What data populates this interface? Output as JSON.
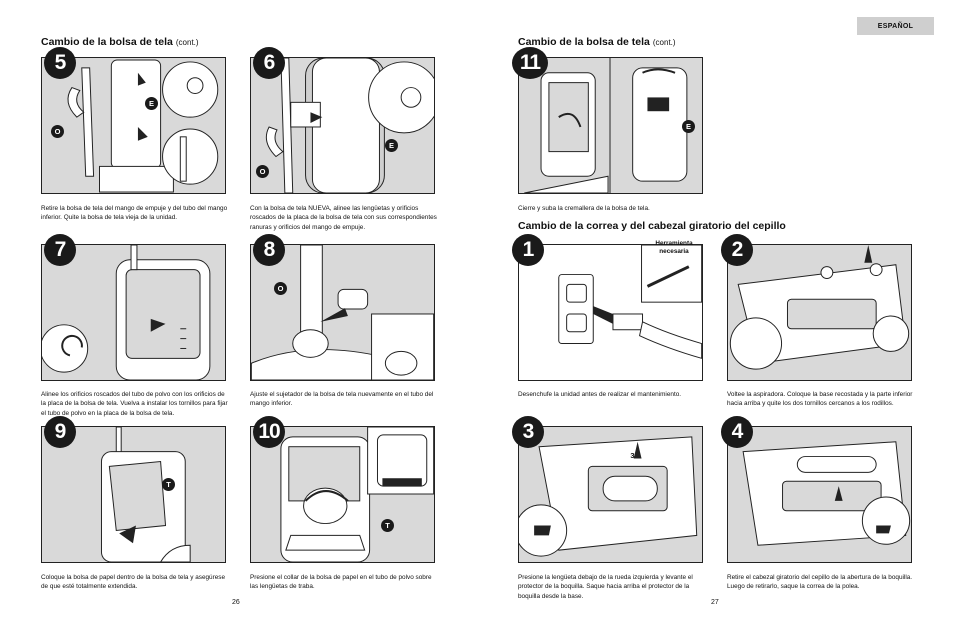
{
  "header": {
    "language_tab": "ESPAÑOL"
  },
  "left_page": {
    "section_title": "Cambio de la bolsa de tela",
    "section_title_suffix": "(cont.)",
    "page_number": "26",
    "steps": [
      {
        "number": "5",
        "labels": [
          "E",
          "O"
        ],
        "caption": "Retire la bolsa de tela del mango de empuje y del tubo del mango inferior. Quite la bolsa de tela vieja de la unidad."
      },
      {
        "number": "6",
        "labels": [
          "E",
          "O"
        ],
        "caption": "Con la bolsa de tela NUEVA, alinee las lengüetas y orificios roscados de la placa de la bolsa de tela con sus correspondientes ranuras y orificios del mango de empuje."
      },
      {
        "number": "7",
        "labels": [],
        "caption": "Alinee los orificios roscados del tubo de polvo con los orificios de la placa de la bolsa de tela. Vuelva a instalar los tornillos para fijar el tubo de polvo en la placa de la bolsa de tela."
      },
      {
        "number": "8",
        "labels": [
          "O"
        ],
        "caption": "Ajuste el sujetador de la bolsa de tela nuevamente en el tubo del mango inferior."
      },
      {
        "number": "9",
        "labels": [
          "T"
        ],
        "caption": "Coloque la bolsa de papel dentro de la bolsa de tela y asegúrese de que esté totalmente extendida."
      },
      {
        "number": "10",
        "labels": [
          "T"
        ],
        "caption": "Presione el collar de la bolsa de papel en el tubo de polvo sobre las lengüetas de traba."
      }
    ]
  },
  "right_page": {
    "section_title": "Cambio de la bolsa de tela",
    "section_title_suffix": "(cont.)",
    "section2_title": "Cambio de la correa y del cabezal giratorio del cepillo",
    "page_number": "27",
    "tool_label": "Herramienta necesaria",
    "steps": [
      {
        "number": "11",
        "labels": [
          "E"
        ],
        "caption": "Cierre y suba la cremallera de la bolsa de tela."
      },
      {
        "number": "1",
        "labels": [],
        "caption": "Desenchufe la unidad antes de realizar el mantenimiento."
      },
      {
        "number": "2",
        "labels": [],
        "caption": "Voltee la aspiradora. Coloque la base recostada y la parte inferior hacia arriba y quite los dos tornillos cercanos a los rodillos."
      },
      {
        "number": "3",
        "labels": [
          "3"
        ],
        "caption": "Presione la lengüeta debajo de la rueda izquierda y levante el protector de la boquilla. Saque hacia arriba el protector de la boquilla desde la base."
      },
      {
        "number": "4",
        "labels": [],
        "caption": "Retire el cabezal giratorio del cepillo de la abertura de la boquilla. Luego de retirarlo, saque la correa de la polea."
      }
    ]
  }
}
